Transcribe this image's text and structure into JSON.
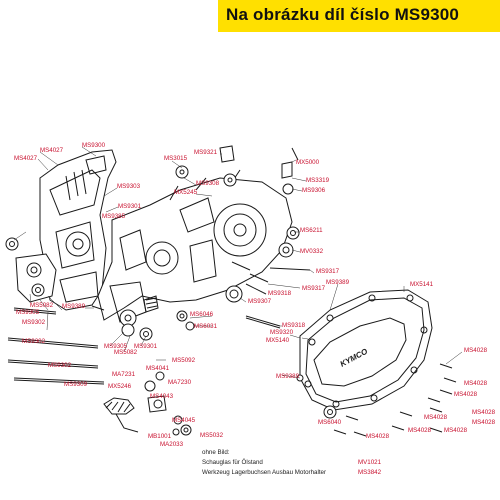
{
  "header": {
    "title": "Na obrázku díl číslo MS9300"
  },
  "colors": {
    "banner_bg": "#ffe000",
    "label": "#c8102e"
  },
  "labels": {
    "MS9300": "MS9300",
    "MS4027a": "MS4027",
    "MS4027b": "MS4027",
    "MS9303": "MS9303",
    "MS9301a": "MS9301",
    "MS9385": "MS9385",
    "MS3015": "MS3015",
    "MS9321": "MS9321",
    "MS9308": "MS9308",
    "MX5245": "MX5245",
    "MX5000": "MX5000",
    "MS3319": "MS3319",
    "MS9306": "MS9306",
    "MS6211": "MS6211",
    "MV0332": "MV0332",
    "MS9317a": "MS9317",
    "MS9317b": "MS9317",
    "MS9389a": "MS9389",
    "MX5141": "MX5141",
    "MS9318a": "MS9318",
    "MS9307": "MS9307",
    "MS6046": "MS6046",
    "MS6031": "MS6031",
    "MS9318b": "MS9318",
    "MS9320": "MS9320",
    "MX5140": "MX5140",
    "MS9389b": "MS9389",
    "MS9305a": "MS9305",
    "MS5082a": "MS5082",
    "MS9305b": "MS9305",
    "MS9302a": "MS9302",
    "MS9302b": "MS9302",
    "MS9302c": "MS9302",
    "MS9309": "MS9309",
    "MS9305c": "MS9305",
    "MS5082b": "MS5082",
    "MS9301b": "MS9301",
    "MS5092": "MS5092",
    "MA7231": "MA7231",
    "MS4041": "MS4041",
    "MA7230": "MA7230",
    "MX5246": "MX5246",
    "MS4043": "MS4043",
    "MS9389c": "MS9389",
    "MS4028a": "MS4028",
    "MS4028b": "MS4028",
    "MS4028c": "MS4028",
    "MS4028d": "MS4028",
    "MS4028e": "MS4028",
    "MS4028f": "MS4028",
    "MS4028g": "MS4028",
    "MS4028h": "MS4028",
    "MS4028i": "MS4028",
    "MS6040": "MS6040",
    "MS4045": "MS4045",
    "MB1001": "MB1001",
    "MA2033": "MA2033",
    "MS5032": "MS5032",
    "cover_brand": "KYMCO"
  },
  "footer": {
    "line1": "ohne Bild:",
    "line2_text": "Schauglas für Ölstand",
    "line2_code": "MV1021",
    "line3_text": "Werkzeug Lagerbuchsen Ausbau Motorhalter",
    "line3_code": "MS3842"
  }
}
